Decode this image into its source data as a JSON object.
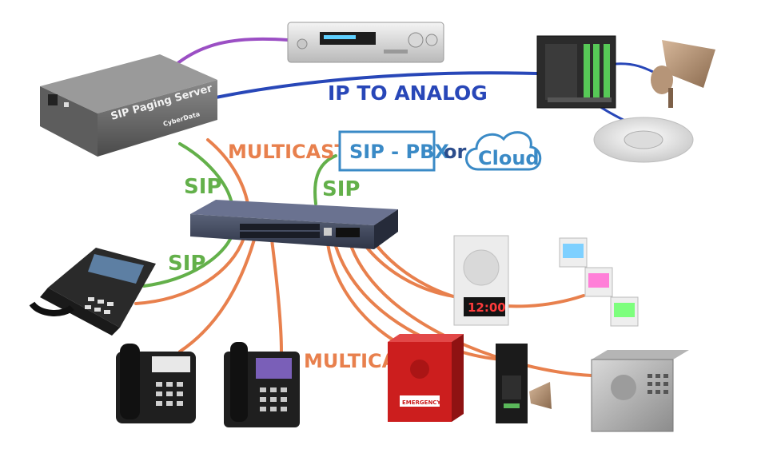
{
  "labels": {
    "ip_to_analog": "IP TO ANALOG",
    "multicast_top": "MULTICAST",
    "multicast_bottom": "MULTICAST",
    "sip_left": "SIP",
    "sip_phone": "SIP",
    "sip_pbx": "SIP",
    "sip_pbx_box": "SIP - PBX",
    "or": "or",
    "cloud": "Cloud",
    "server_name": "SIP Paging Server",
    "server_brand": "CyberData",
    "clock_display": "12:00",
    "emergency": "EMERGENCY"
  },
  "colors": {
    "multicast": "#e8804d",
    "sip": "#63b04a",
    "ip_link": "#2847b8",
    "purple_link": "#9b4fc4",
    "pbx": "#3a8ac6",
    "switch": "#3a4256",
    "server": "#6b6b6b"
  },
  "icons": {
    "server": "sip-paging-server-icon",
    "switch": "network-switch-icon",
    "amplifier": "audio-amplifier-icon",
    "ip_to_analog": "ip-to-analog-adapter-icon",
    "horn": "horn-speaker-icon",
    "ceiling": "ceiling-speaker-icon",
    "cloud": "cloud-icon"
  }
}
